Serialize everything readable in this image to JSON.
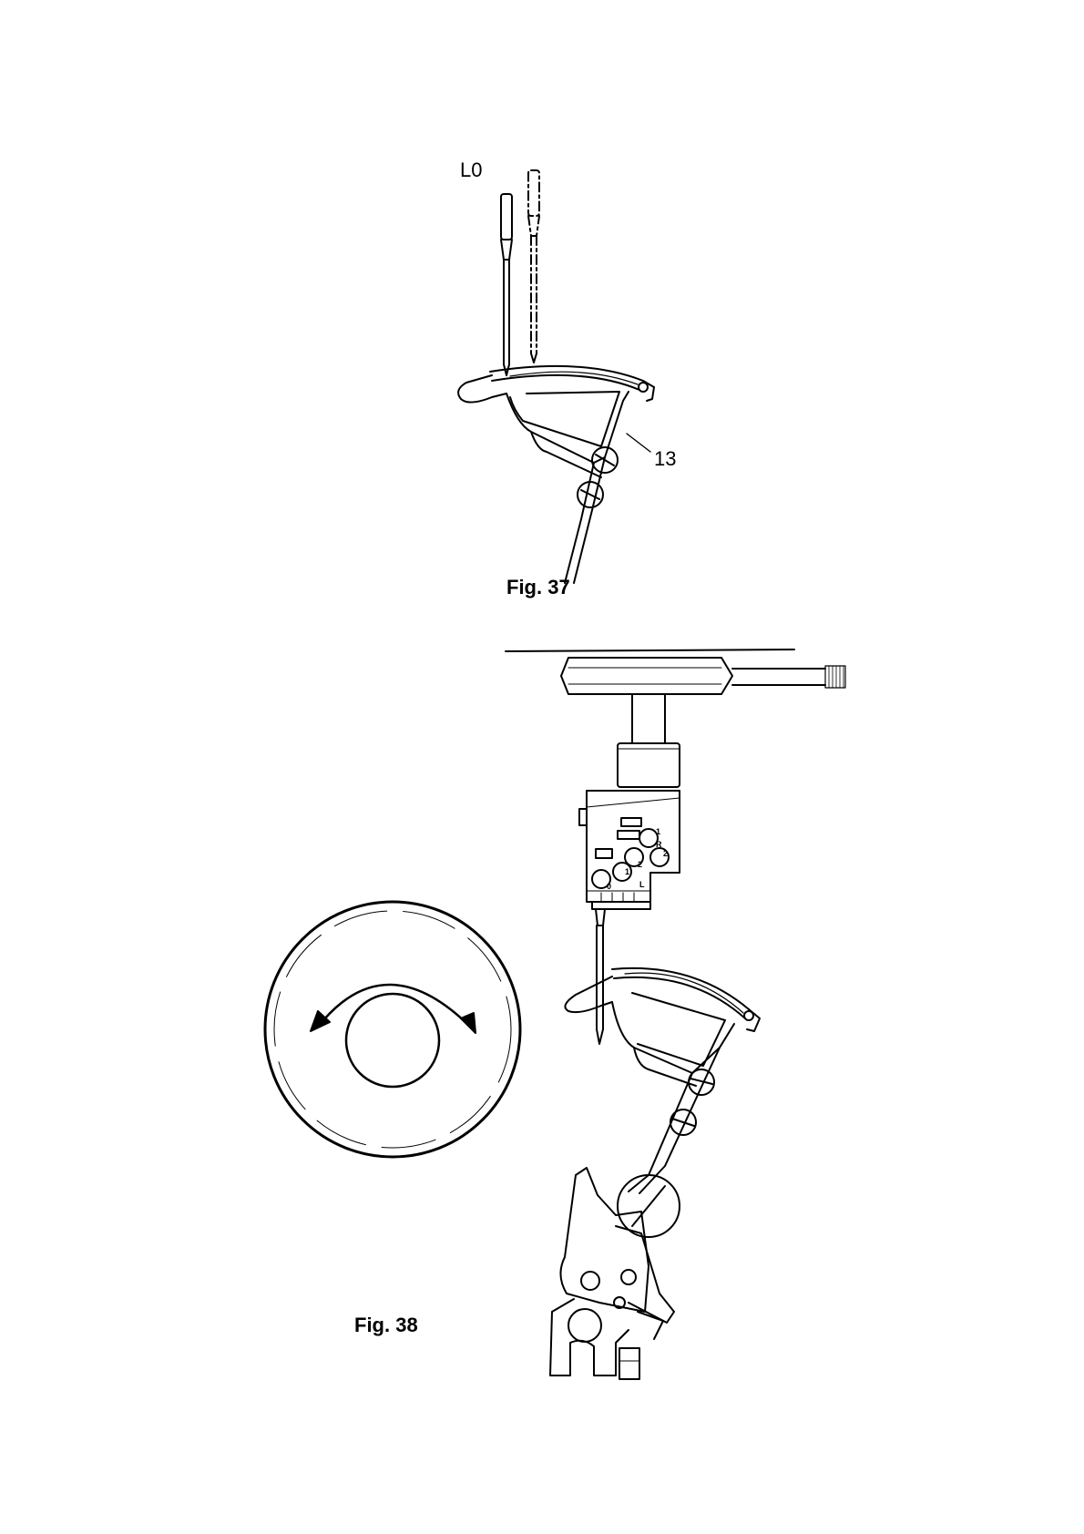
{
  "labels": {
    "needle_position": "L0",
    "part_number": "13"
  },
  "captions": {
    "fig37": "Fig. 37",
    "fig38": "Fig. 38"
  },
  "needle_clamp_markings": {
    "r1": "1",
    "r_letter": "R",
    "r2": "2",
    "l2": "2",
    "l1": "1",
    "l0": "0",
    "l_letter": "L"
  },
  "icons": [
    "rotation-arrows-icon"
  ]
}
